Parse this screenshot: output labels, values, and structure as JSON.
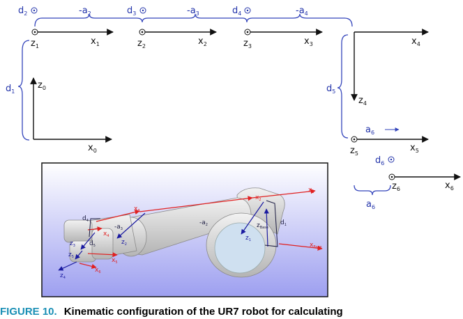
{
  "diagram": {
    "top_labels": {
      "d2": {
        "main": "d",
        "sub": "2"
      },
      "a2": {
        "main": "-a",
        "sub": "2"
      },
      "d3": {
        "main": "d",
        "sub": "3"
      },
      "a3": {
        "main": "-a",
        "sub": "3"
      },
      "d4": {
        "main": "d",
        "sub": "4"
      },
      "a4": {
        "main": "-a",
        "sub": "4"
      },
      "d1": {
        "main": "d",
        "sub": "1"
      },
      "d5": {
        "main": "d",
        "sub": "5"
      },
      "a6_arrow": {
        "main": "a",
        "sub": "6"
      },
      "d6": {
        "main": "d",
        "sub": "6"
      },
      "a6_brace": {
        "main": "a",
        "sub": "6"
      }
    },
    "frames": {
      "z0": {
        "main": "z",
        "sub": "0"
      },
      "x0": {
        "main": "x",
        "sub": "0"
      },
      "z1": {
        "main": "z",
        "sub": "1"
      },
      "x1": {
        "main": "x",
        "sub": "1"
      },
      "z2": {
        "main": "z",
        "sub": "2"
      },
      "x2": {
        "main": "x",
        "sub": "2"
      },
      "z3": {
        "main": "z",
        "sub": "3"
      },
      "x3": {
        "main": "x",
        "sub": "3"
      },
      "z4": {
        "main": "z",
        "sub": "4"
      },
      "x4": {
        "main": "x",
        "sub": "4"
      },
      "z5": {
        "main": "z",
        "sub": "5"
      },
      "x5": {
        "main": "x",
        "sub": "5"
      },
      "z6": {
        "main": "z",
        "sub": "6"
      },
      "x6": {
        "main": "x",
        "sub": "6"
      }
    },
    "photo_labels": {
      "x1": {
        "main": "x",
        "sub": "1"
      },
      "x2": {
        "main": "x",
        "sub": "2"
      },
      "xbase": {
        "main": "x",
        "sub": "Base"
      },
      "zbase": {
        "main": "z",
        "sub": "Base"
      },
      "z1": {
        "main": "z",
        "sub": "1"
      },
      "d1": {
        "main": "d",
        "sub": "1"
      },
      "a2": {
        "main": "-a",
        "sub": "2"
      },
      "x3": {
        "main": "x",
        "sub": "3"
      },
      "a3": {
        "main": "-a",
        "sub": "3"
      },
      "z2": {
        "main": "z",
        "sub": "2"
      },
      "d4": {
        "main": "d",
        "sub": "4"
      },
      "x4": {
        "main": "x",
        "sub": "4"
      },
      "d5": {
        "main": "d",
        "sub": "5"
      },
      "z3": {
        "main": "z",
        "sub": "3"
      },
      "x5": {
        "main": "x",
        "sub": "5"
      },
      "z5": {
        "main": "z",
        "sub": "5"
      },
      "x6": {
        "main": "x",
        "sub": "6"
      },
      "z4": {
        "main": "z",
        "sub": "4"
      }
    },
    "colors": {
      "frame_axis": "#111111",
      "parameter_blue": "#2233aa",
      "photo_red": "#e02020",
      "photo_blue": "#1a1aa0",
      "caption_accent": "#1a8fb5"
    }
  },
  "caption": {
    "label": "FIGURE 10.",
    "text": "Kinematic configuration of the UR7 robot for calculating"
  }
}
